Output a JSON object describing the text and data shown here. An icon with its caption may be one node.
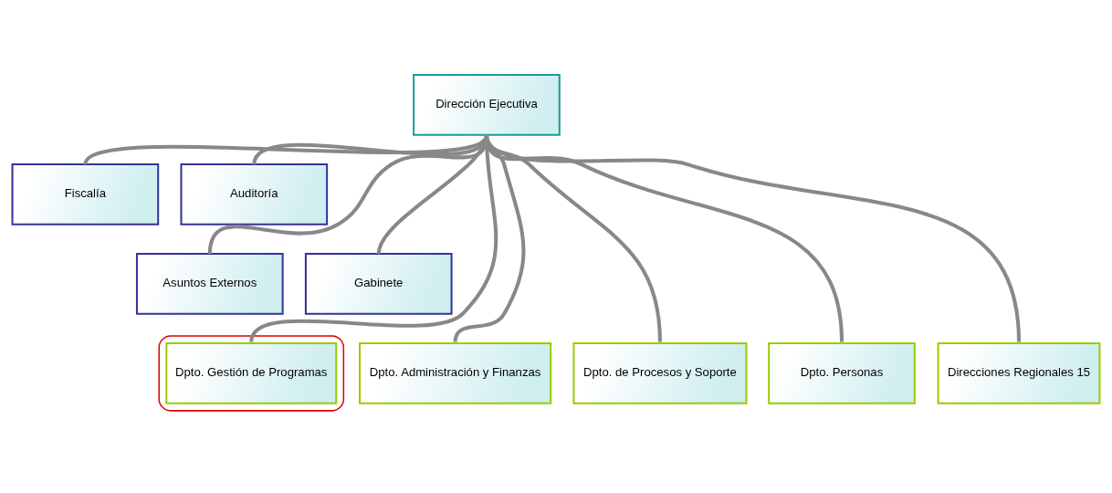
{
  "diagram": {
    "nodes": [
      {
        "text": [
          "Dirección Ejecutiva"
        ]
      },
      {
        "text": [
          "Fiscalía"
        ]
      },
      {
        "text": [
          "Auditoría"
        ]
      },
      {
        "text": [
          "Asuntos Externos"
        ]
      },
      {
        "text": [
          "Gabinete"
        ]
      },
      {
        "text": [],
        "shape": "ellipse"
      },
      {
        "text": [
          "Dpto. Gestión de Programas"
        ],
        "in": 5
      },
      {
        "text": [
          "Dpto. Administración y Finanzas"
        ]
      },
      {
        "text": [
          "Dpto. de Procesos y Soporte"
        ]
      },
      {
        "text": [
          "Dpto. Personas"
        ]
      },
      {
        "text": [
          "Direcciones Regionales 15"
        ]
      }
    ],
    "edges": [
      {
        "from": 0,
        "to": 1,
        "arrow": "none"
      },
      {
        "from": 0,
        "to": 2,
        "arrow": "none"
      },
      {
        "from": 0,
        "to": 3,
        "arrow": "none"
      },
      {
        "from": 0,
        "to": 4,
        "arrow": "none"
      },
      {
        "from": 0,
        "to": 6,
        "arrow": "none"
      },
      {
        "from": 0,
        "to": 7,
        "arrow": "none"
      },
      {
        "from": 0,
        "to": 8,
        "arrow": "none"
      },
      {
        "from": 0,
        "to": 9,
        "arrow": "none"
      },
      {
        "from": 0,
        "to": 10,
        "arrow": "none"
      }
    ]
  }
}
